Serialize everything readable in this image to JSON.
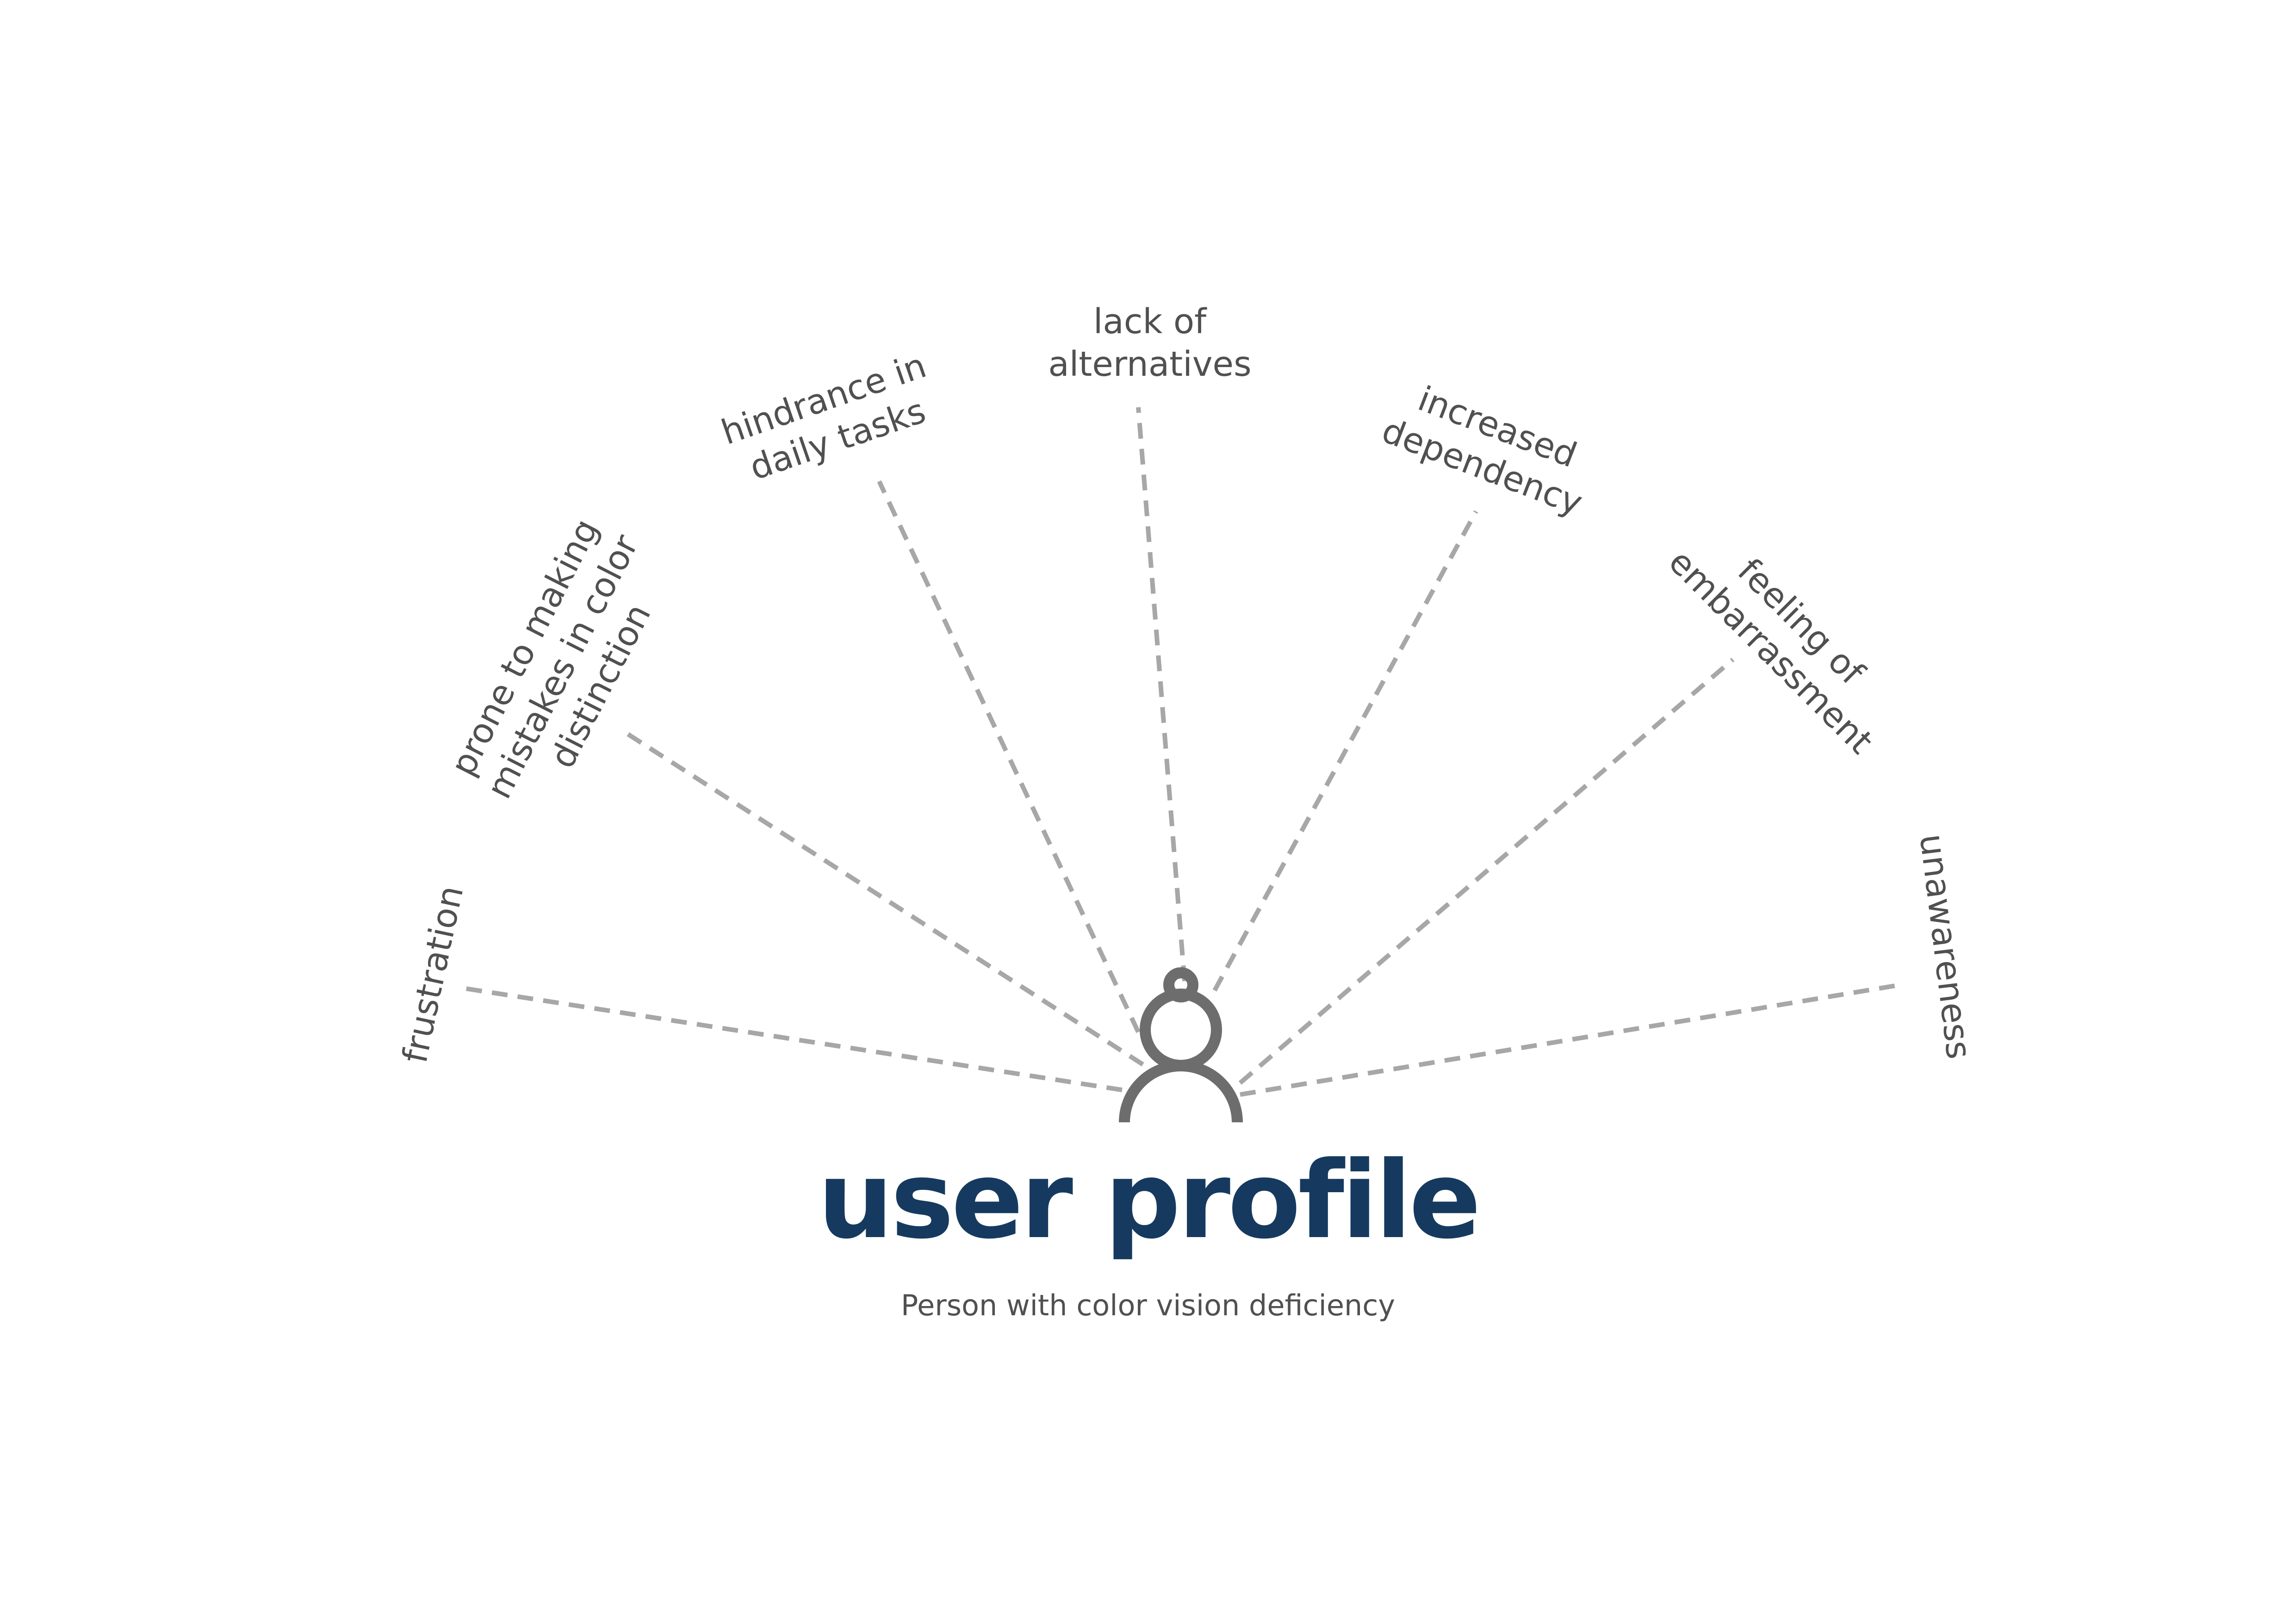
{
  "title": "user profile",
  "subtitle": "Person with color vision deficiency",
  "center_icon": "person-icon",
  "colors": {
    "title": "#163a5f",
    "label_text": "#505050",
    "dashed_line": "#a7a7a7",
    "icon": "#6d6d6d",
    "background": "#ffffff"
  },
  "spokes": [
    {
      "lines": [
        "frustration"
      ]
    },
    {
      "lines": [
        "prone to making",
        "mistakes in color",
        "distinction"
      ]
    },
    {
      "lines": [
        "hindrance in",
        "daily tasks"
      ]
    },
    {
      "lines": [
        "lack of",
        "alternatives"
      ]
    },
    {
      "lines": [
        "increased",
        "dependency"
      ]
    },
    {
      "lines": [
        "feeling of",
        "embarrassment"
      ]
    },
    {
      "lines": [
        "unawareness"
      ]
    }
  ]
}
